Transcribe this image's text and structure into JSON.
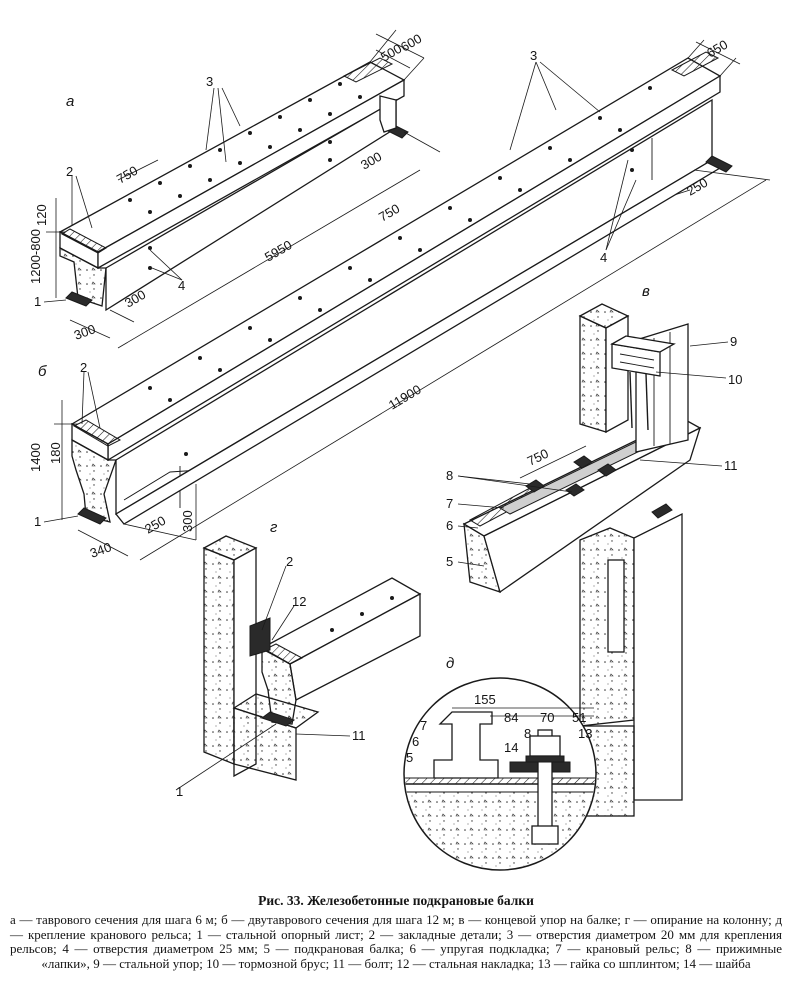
{
  "figure": {
    "panel_letters": {
      "a": "а",
      "b": "б",
      "v": "в",
      "g": "г",
      "d": "д"
    },
    "panel_a": {
      "dims": {
        "w600": "600",
        "w500": "500",
        "h120": "120",
        "h1200_800": "1200-800",
        "step750": "750",
        "end300_top": "300",
        "end300_low": "300",
        "base300": "300",
        "len5950": "5950"
      },
      "callouts": {
        "c1": "1",
        "c2": "2",
        "c3": "3",
        "c4": "4"
      }
    },
    "panel_b": {
      "dims": {
        "w650": "650",
        "step750": "750",
        "end250_top": "250",
        "h1400": "1400",
        "h180": "180",
        "end250_low": "250",
        "end300_low": "300",
        "base340": "340",
        "len11900": "11900"
      },
      "callouts": {
        "c1": "1",
        "c2": "2",
        "c3": "3",
        "c4": "4"
      }
    },
    "panel_v": {
      "dims": {
        "step750": "750"
      },
      "callouts": {
        "c5": "5",
        "c6": "6",
        "c7": "7",
        "c8": "8",
        "c9": "9",
        "c10": "10",
        "c11": "11"
      }
    },
    "panel_g": {
      "callouts": {
        "c1": "1",
        "c2": "2",
        "c11": "11",
        "c12": "12"
      }
    },
    "panel_d": {
      "dims": {
        "d155": "155",
        "d84": "84",
        "d70": "70",
        "d51": "51"
      },
      "callouts": {
        "c5": "5",
        "c6": "6",
        "c7": "7",
        "c8": "8",
        "c13": "13",
        "c14": "14"
      }
    }
  },
  "caption": {
    "title": "Рис. 33. Железобетонные подкрановые балки",
    "items": [
      "а — таврового сечения для шага 6 м;",
      "б — двутаврового сечения для шага 12 м;",
      "в — концевой упор на балке;",
      "г — опирание на колонну;",
      "д — крепление кранового рельса;",
      "1 — стальной опорный лист;",
      "2 — закладные детали;",
      "3 — отверстия диаметром 20 мм для крепления рельсов;",
      "4 — отверстия диаметром 25 мм;",
      "5 — подкрановая балка;",
      "6 — упругая подкладка;",
      "7 — крановый рельс;",
      "8 — прижимные «лапки»,",
      "9 — стальной упор;",
      "10 — тормозной брус;",
      "11 — болт;",
      "12 — стальная накладка;",
      "13 — гайка со шплинтом;",
      "14 — шайба"
    ]
  }
}
